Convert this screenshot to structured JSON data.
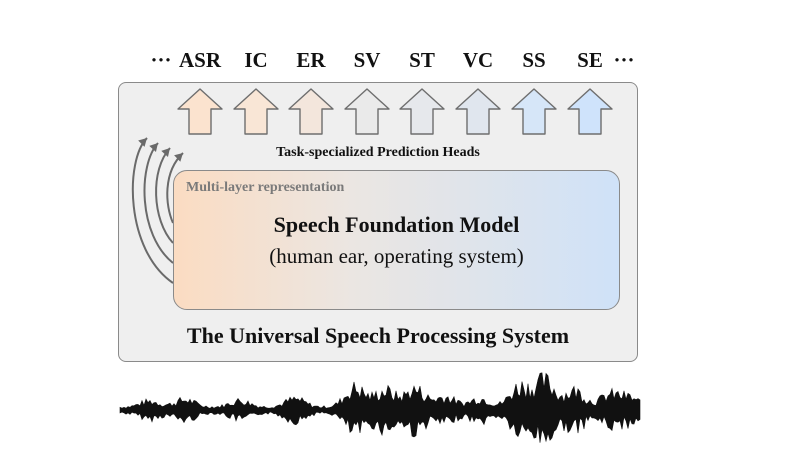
{
  "tasks": [
    "ASR",
    "IC",
    "ER",
    "SV",
    "ST",
    "VC",
    "SS",
    "SE"
  ],
  "ellipsis": "···",
  "heads_caption": "Task-specialized Prediction Heads",
  "layer_label": "Multi-layer representation",
  "model": {
    "title": "Speech Foundation Model",
    "subtitle": "(human ear, operating system)"
  },
  "system_title": "The Universal Speech Processing System",
  "colors": {
    "arrow_fills": [
      "#fbe3cf",
      "#f9e6d6",
      "#f3e6dc",
      "#eaeaea",
      "#e6e8ec",
      "#e0e6ee",
      "#d6e6f8",
      "#cfe3fb"
    ],
    "arrow_stroke": "#6e6e6e",
    "box_bg": "#efefef",
    "curve": "#6a6a6a"
  }
}
